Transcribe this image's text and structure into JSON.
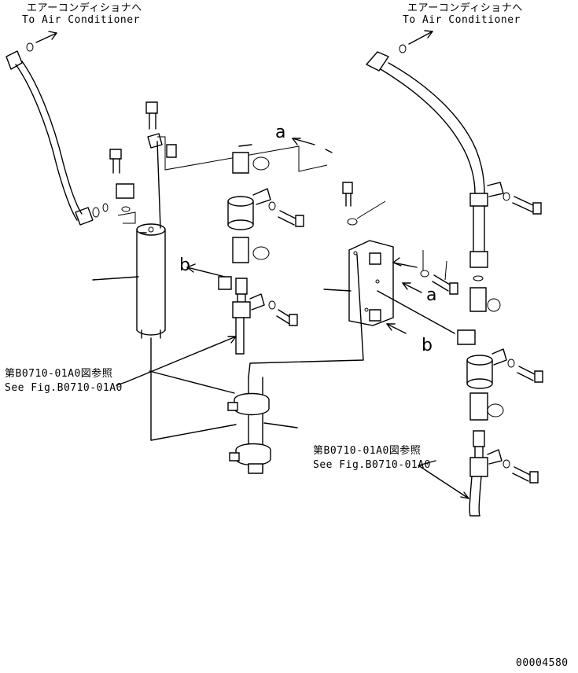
{
  "labels": {
    "top_left_jp": "エアーコンディショナへ",
    "top_left_en": "To Air Conditioner",
    "top_right_jp": "エアーコンディショナへ",
    "top_right_en": "To Air Conditioner",
    "ref_left_jp": "第B0710-01A0図参照",
    "ref_left_en": "See Fig.B0710-01A0",
    "ref_right_jp": "第B0710-01A0図参照",
    "ref_right_en": "See Fig.B0710-01A0",
    "callout_a_top": "a",
    "callout_b_left": "b",
    "callout_a_right": "a",
    "callout_b_right": "b",
    "drawing_number": "00004580"
  }
}
